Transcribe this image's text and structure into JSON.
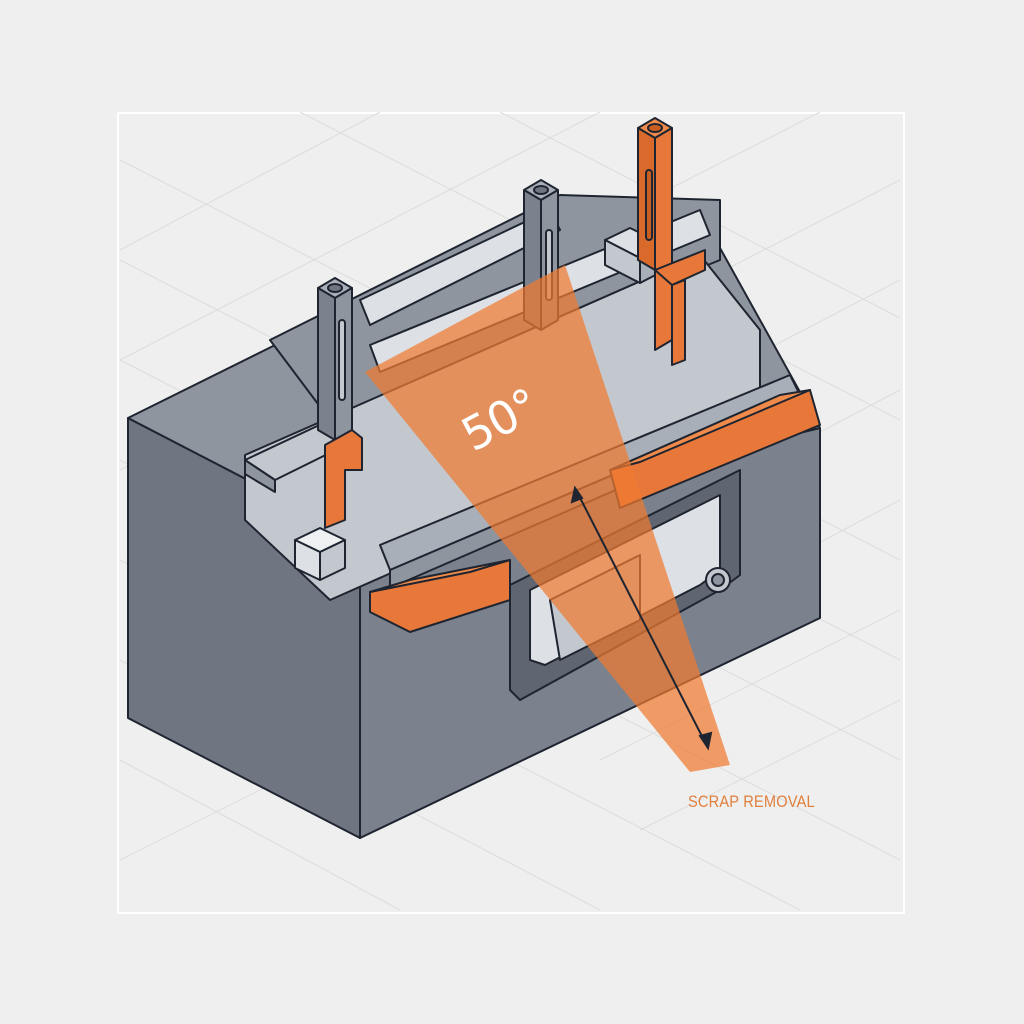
{
  "diagram": {
    "subject": "Isometric cutaway of a progressive die with scrap removal chute",
    "angle_label": "50°",
    "caption": "SCRAP REMOVAL",
    "colors": {
      "background": "#efefef",
      "grid_line": "#dcdcdc",
      "frame": "#ffffff",
      "steel_dark": "#6f7682",
      "steel_mid": "#8e959f",
      "steel_light": "#c3c8cf",
      "steel_pale": "#dde1e6",
      "outline": "#1f2530",
      "accent_orange": "#e8783a",
      "chute_orange": "#f07a30",
      "label_white": "#ffffff"
    },
    "components": [
      {
        "name": "die-base-block",
        "color": "steel"
      },
      {
        "name": "guide-post-left",
        "color": "steel"
      },
      {
        "name": "guide-post-center",
        "color": "steel"
      },
      {
        "name": "guide-post-right",
        "color": "orange"
      },
      {
        "name": "stripper-plate-rail",
        "color": "orange"
      },
      {
        "name": "scrap-chute-opening",
        "color": "steel"
      },
      {
        "name": "scrap-discharge-cone",
        "color": "orange-translucent"
      },
      {
        "name": "trajectory-arrow",
        "color": "black"
      }
    ]
  }
}
